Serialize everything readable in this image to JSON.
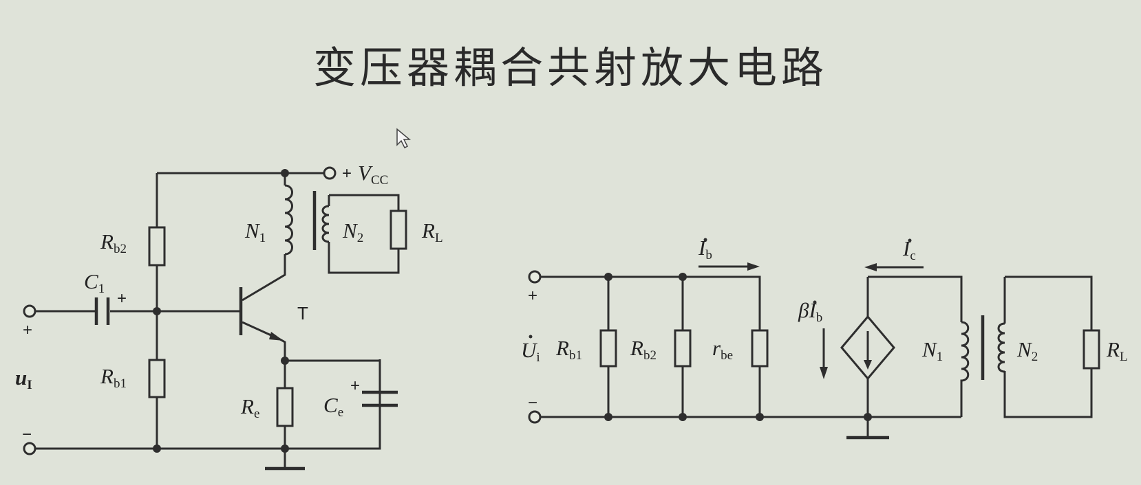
{
  "title": "变压器耦合共射放大电路",
  "labels": {
    "vcc_plus": "+",
    "vcc_main": "V",
    "vcc_sub": "CC",
    "rb2_main": "R",
    "rb2_sub": "b2",
    "rb1_main": "R",
    "rb1_sub": "b1",
    "c1_main": "C",
    "c1_sub": "1",
    "c1_plus": "+",
    "n1_main": "N",
    "n1_sub": "1",
    "n2_main": "N",
    "n2_sub": "2",
    "rl_main": "R",
    "rl_sub": "L",
    "transistor": "T",
    "re_main": "R",
    "re_sub": "e",
    "ce_main": "C",
    "ce_sub": "e",
    "ce_plus": "+",
    "in_plus": "+",
    "in_minus": "−",
    "ui_main": "u",
    "ui_sub": "I",
    "eq_in_plus": "+",
    "eq_in_minus": "−",
    "eq_ui_main": "U",
    "eq_ui_sub": "i",
    "eq_rb1_main": "R",
    "eq_rb1_sub": "b1",
    "eq_rb2_main": "R",
    "eq_rb2_sub": "b2",
    "eq_rbe_main": "r",
    "eq_rbe_sub": "be",
    "eq_ib_main": "I",
    "eq_ib_sub": "b",
    "eq_ic_main": "I",
    "eq_ic_sub": "c",
    "eq_src_beta": "β",
    "eq_src_main": "I",
    "eq_src_sub": "b",
    "eq_n1_main": "N",
    "eq_n1_sub": "1",
    "eq_n2_main": "N",
    "eq_n2_sub": "2",
    "eq_rl_main": "R",
    "eq_rl_sub": "L"
  }
}
